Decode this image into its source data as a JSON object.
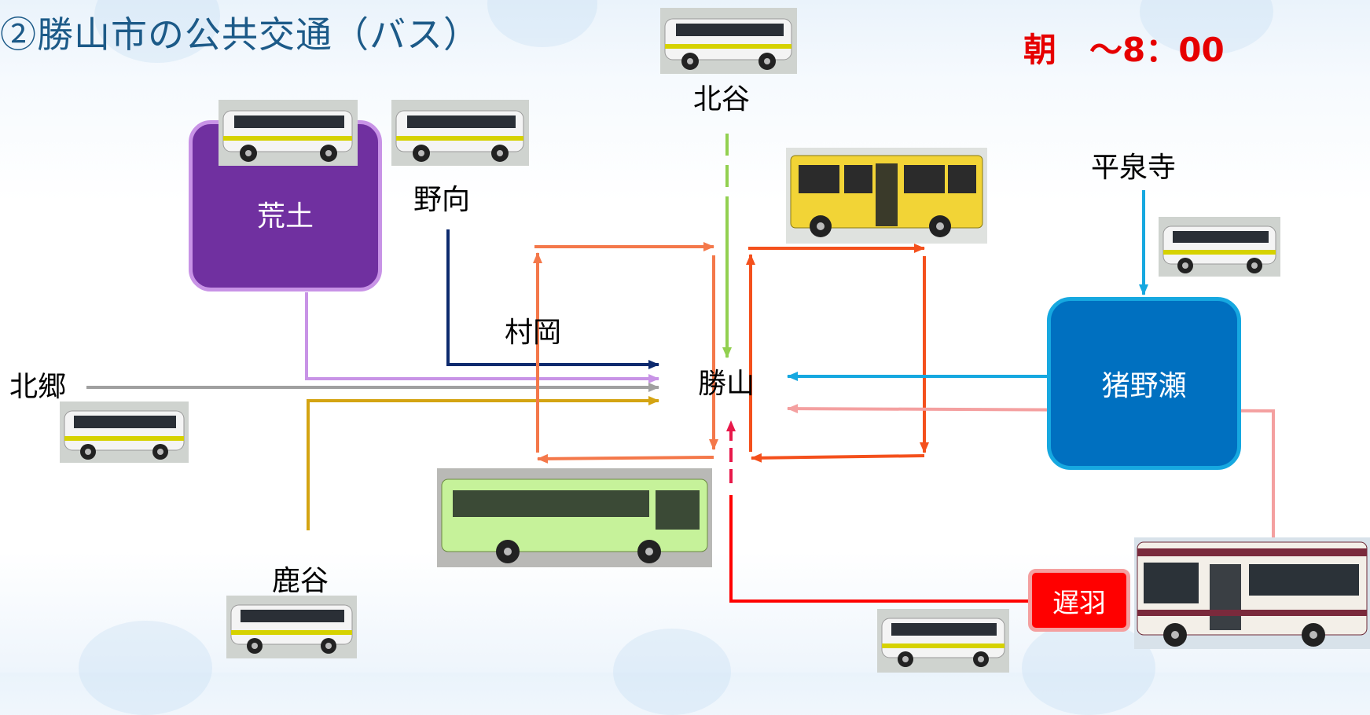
{
  "title": "②勝山市の公共交通（バス）",
  "time_label": "朝　～8：00",
  "stops": {
    "arado": "荒土",
    "noko": "野向",
    "kitadani": "北谷",
    "heisenji": "平泉寺",
    "muraoka": "村岡",
    "hokugo": "北郷",
    "katsuyama": "勝山",
    "inonose": "猪野瀬",
    "shikadani": "鹿谷",
    "hobara": "遅羽"
  },
  "colors": {
    "title": "#1c5a88",
    "time": "#e60000",
    "arado_box": "#7030a0",
    "inonose_box": "#0070c0",
    "hobara_box": "#ff0000"
  }
}
